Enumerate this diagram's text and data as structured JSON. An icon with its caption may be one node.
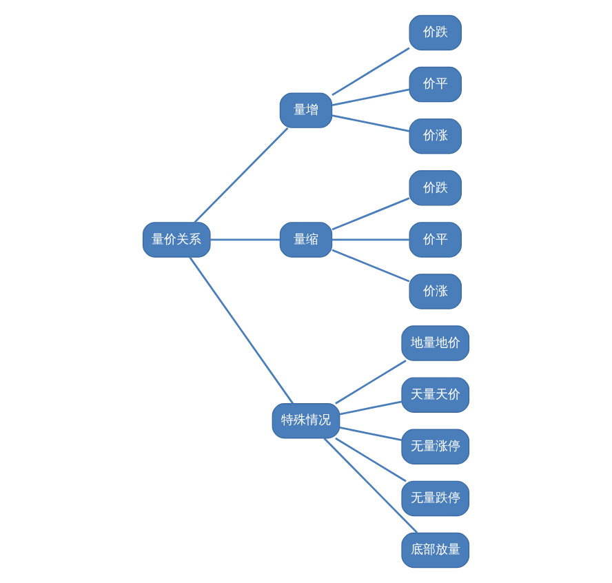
{
  "diagram": {
    "nodes": [
      {
        "text": [
          "量价关系"
        ]
      },
      {
        "text": [
          "量增"
        ]
      },
      {
        "text": [
          "价跌"
        ]
      },
      {
        "text": [
          "价平"
        ]
      },
      {
        "text": [
          "价涨"
        ]
      },
      {
        "text": [
          "量缩"
        ]
      },
      {
        "text": [
          "价跌"
        ]
      },
      {
        "text": [
          "价平"
        ]
      },
      {
        "text": [
          "价涨"
        ]
      },
      {
        "text": [
          "特殊情况"
        ]
      },
      {
        "text": [
          "地量地价"
        ]
      },
      {
        "text": [
          "天量天价"
        ]
      },
      {
        "text": [
          "无量涨停"
        ]
      },
      {
        "text": [
          "无量跌停"
        ]
      },
      {
        "text": [
          "底部放量"
        ]
      }
    ],
    "edges": [
      {
        "from": 0,
        "to": 1,
        "arrow": "none"
      },
      {
        "from": 0,
        "to": 5,
        "arrow": "none"
      },
      {
        "from": 0,
        "to": 9,
        "arrow": "none"
      },
      {
        "from": 1,
        "to": 2,
        "arrow": "none"
      },
      {
        "from": 1,
        "to": 3,
        "arrow": "none"
      },
      {
        "from": 1,
        "to": 4,
        "arrow": "none"
      },
      {
        "from": 5,
        "to": 6,
        "arrow": "none"
      },
      {
        "from": 5,
        "to": 7,
        "arrow": "none"
      },
      {
        "from": 5,
        "to": 8,
        "arrow": "none"
      },
      {
        "from": 9,
        "to": 10,
        "arrow": "none"
      },
      {
        "from": 9,
        "to": 11,
        "arrow": "none"
      },
      {
        "from": 9,
        "to": 12,
        "arrow": "none"
      },
      {
        "from": 9,
        "to": 13,
        "arrow": "none"
      },
      {
        "from": 9,
        "to": 14,
        "arrow": "none"
      }
    ]
  }
}
